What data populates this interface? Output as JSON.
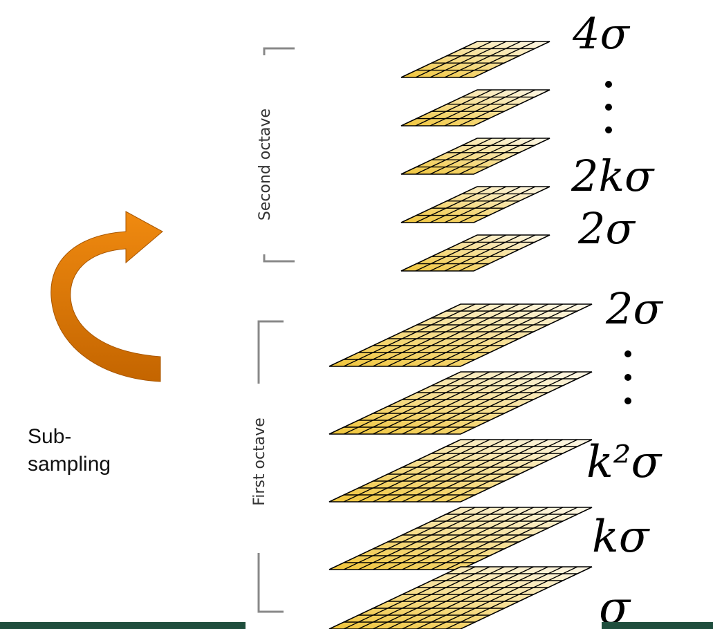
{
  "octaves": [
    {
      "label": "Second octave",
      "scales": [
        "4σ",
        "2kσ",
        "2σ"
      ]
    },
    {
      "label": "First octave",
      "scales": [
        "2σ",
        "k²σ",
        "kσ",
        "σ"
      ]
    }
  ],
  "arrow_label": "Sub-\nsampling",
  "colors": {
    "arrow": "#e07b00",
    "arrow_dark": "#b85e00",
    "layer_light": "#fbf2d6",
    "layer_dark": "#f0c53a",
    "bracket": "#888888",
    "footer": "#1f4e3d"
  }
}
